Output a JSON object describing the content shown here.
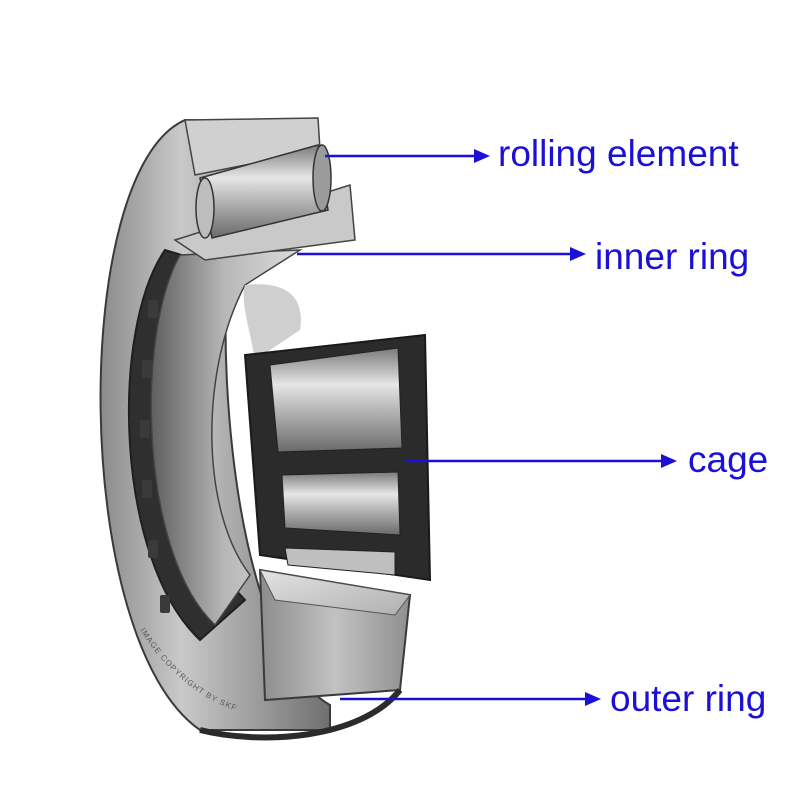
{
  "labels": {
    "rolling_element": "rolling element",
    "inner_ring": "inner ring",
    "cage": "cage",
    "outer_ring": "outer ring"
  },
  "watermark": "IMAGE COPYRIGHT BY SKF",
  "colors": {
    "label_blue": "#1a10d6",
    "arrow_blue": "#1a10d6",
    "steel_light": "#d6d6d6",
    "steel_mid": "#a9a9a9",
    "steel_dark": "#555555",
    "cage_black": "#2b2b2b"
  }
}
